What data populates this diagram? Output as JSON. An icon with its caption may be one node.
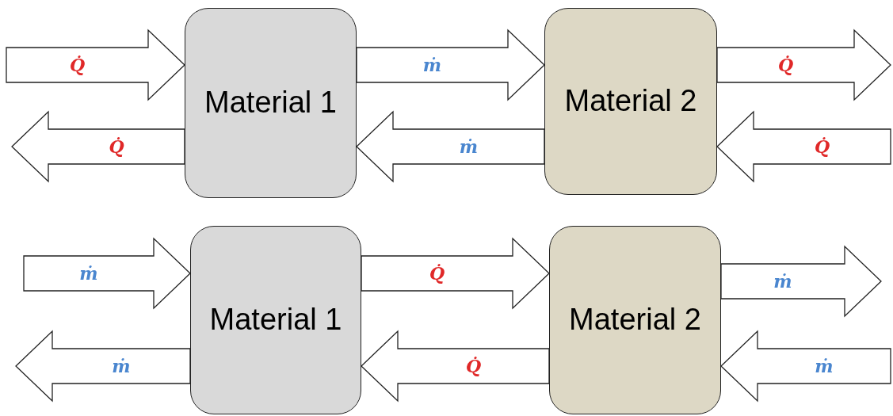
{
  "diagram": {
    "nodes": [
      {
        "text": [
          "Material 1"
        ]
      },
      {
        "text": [
          "Material 2"
        ]
      },
      {
        "text": [
          "Material 1"
        ]
      },
      {
        "text": [
          "Material 2"
        ]
      }
    ],
    "edges": [
      {
        "from": null,
        "to": 0,
        "arrow": "to",
        "label": "Q̇"
      },
      {
        "from": 0,
        "to": null,
        "arrow": "to",
        "label": "Q̇"
      },
      {
        "from": 0,
        "to": 1,
        "arrow": "to",
        "label": "ṁ"
      },
      {
        "from": 1,
        "to": 0,
        "arrow": "to",
        "label": "ṁ"
      },
      {
        "from": 1,
        "to": null,
        "arrow": "to",
        "label": "Q̇"
      },
      {
        "from": null,
        "to": 1,
        "arrow": "to",
        "label": "Q̇"
      },
      {
        "from": null,
        "to": 2,
        "arrow": "to",
        "label": "ṁ"
      },
      {
        "from": 2,
        "to": null,
        "arrow": "to",
        "label": "ṁ"
      },
      {
        "from": 2,
        "to": 3,
        "arrow": "to",
        "label": "Q̇"
      },
      {
        "from": 3,
        "to": 2,
        "arrow": "to",
        "label": "Q̇"
      },
      {
        "from": 3,
        "to": null,
        "arrow": "to",
        "label": "ṁ"
      },
      {
        "from": null,
        "to": 3,
        "arrow": "to",
        "label": "ṁ"
      }
    ]
  }
}
